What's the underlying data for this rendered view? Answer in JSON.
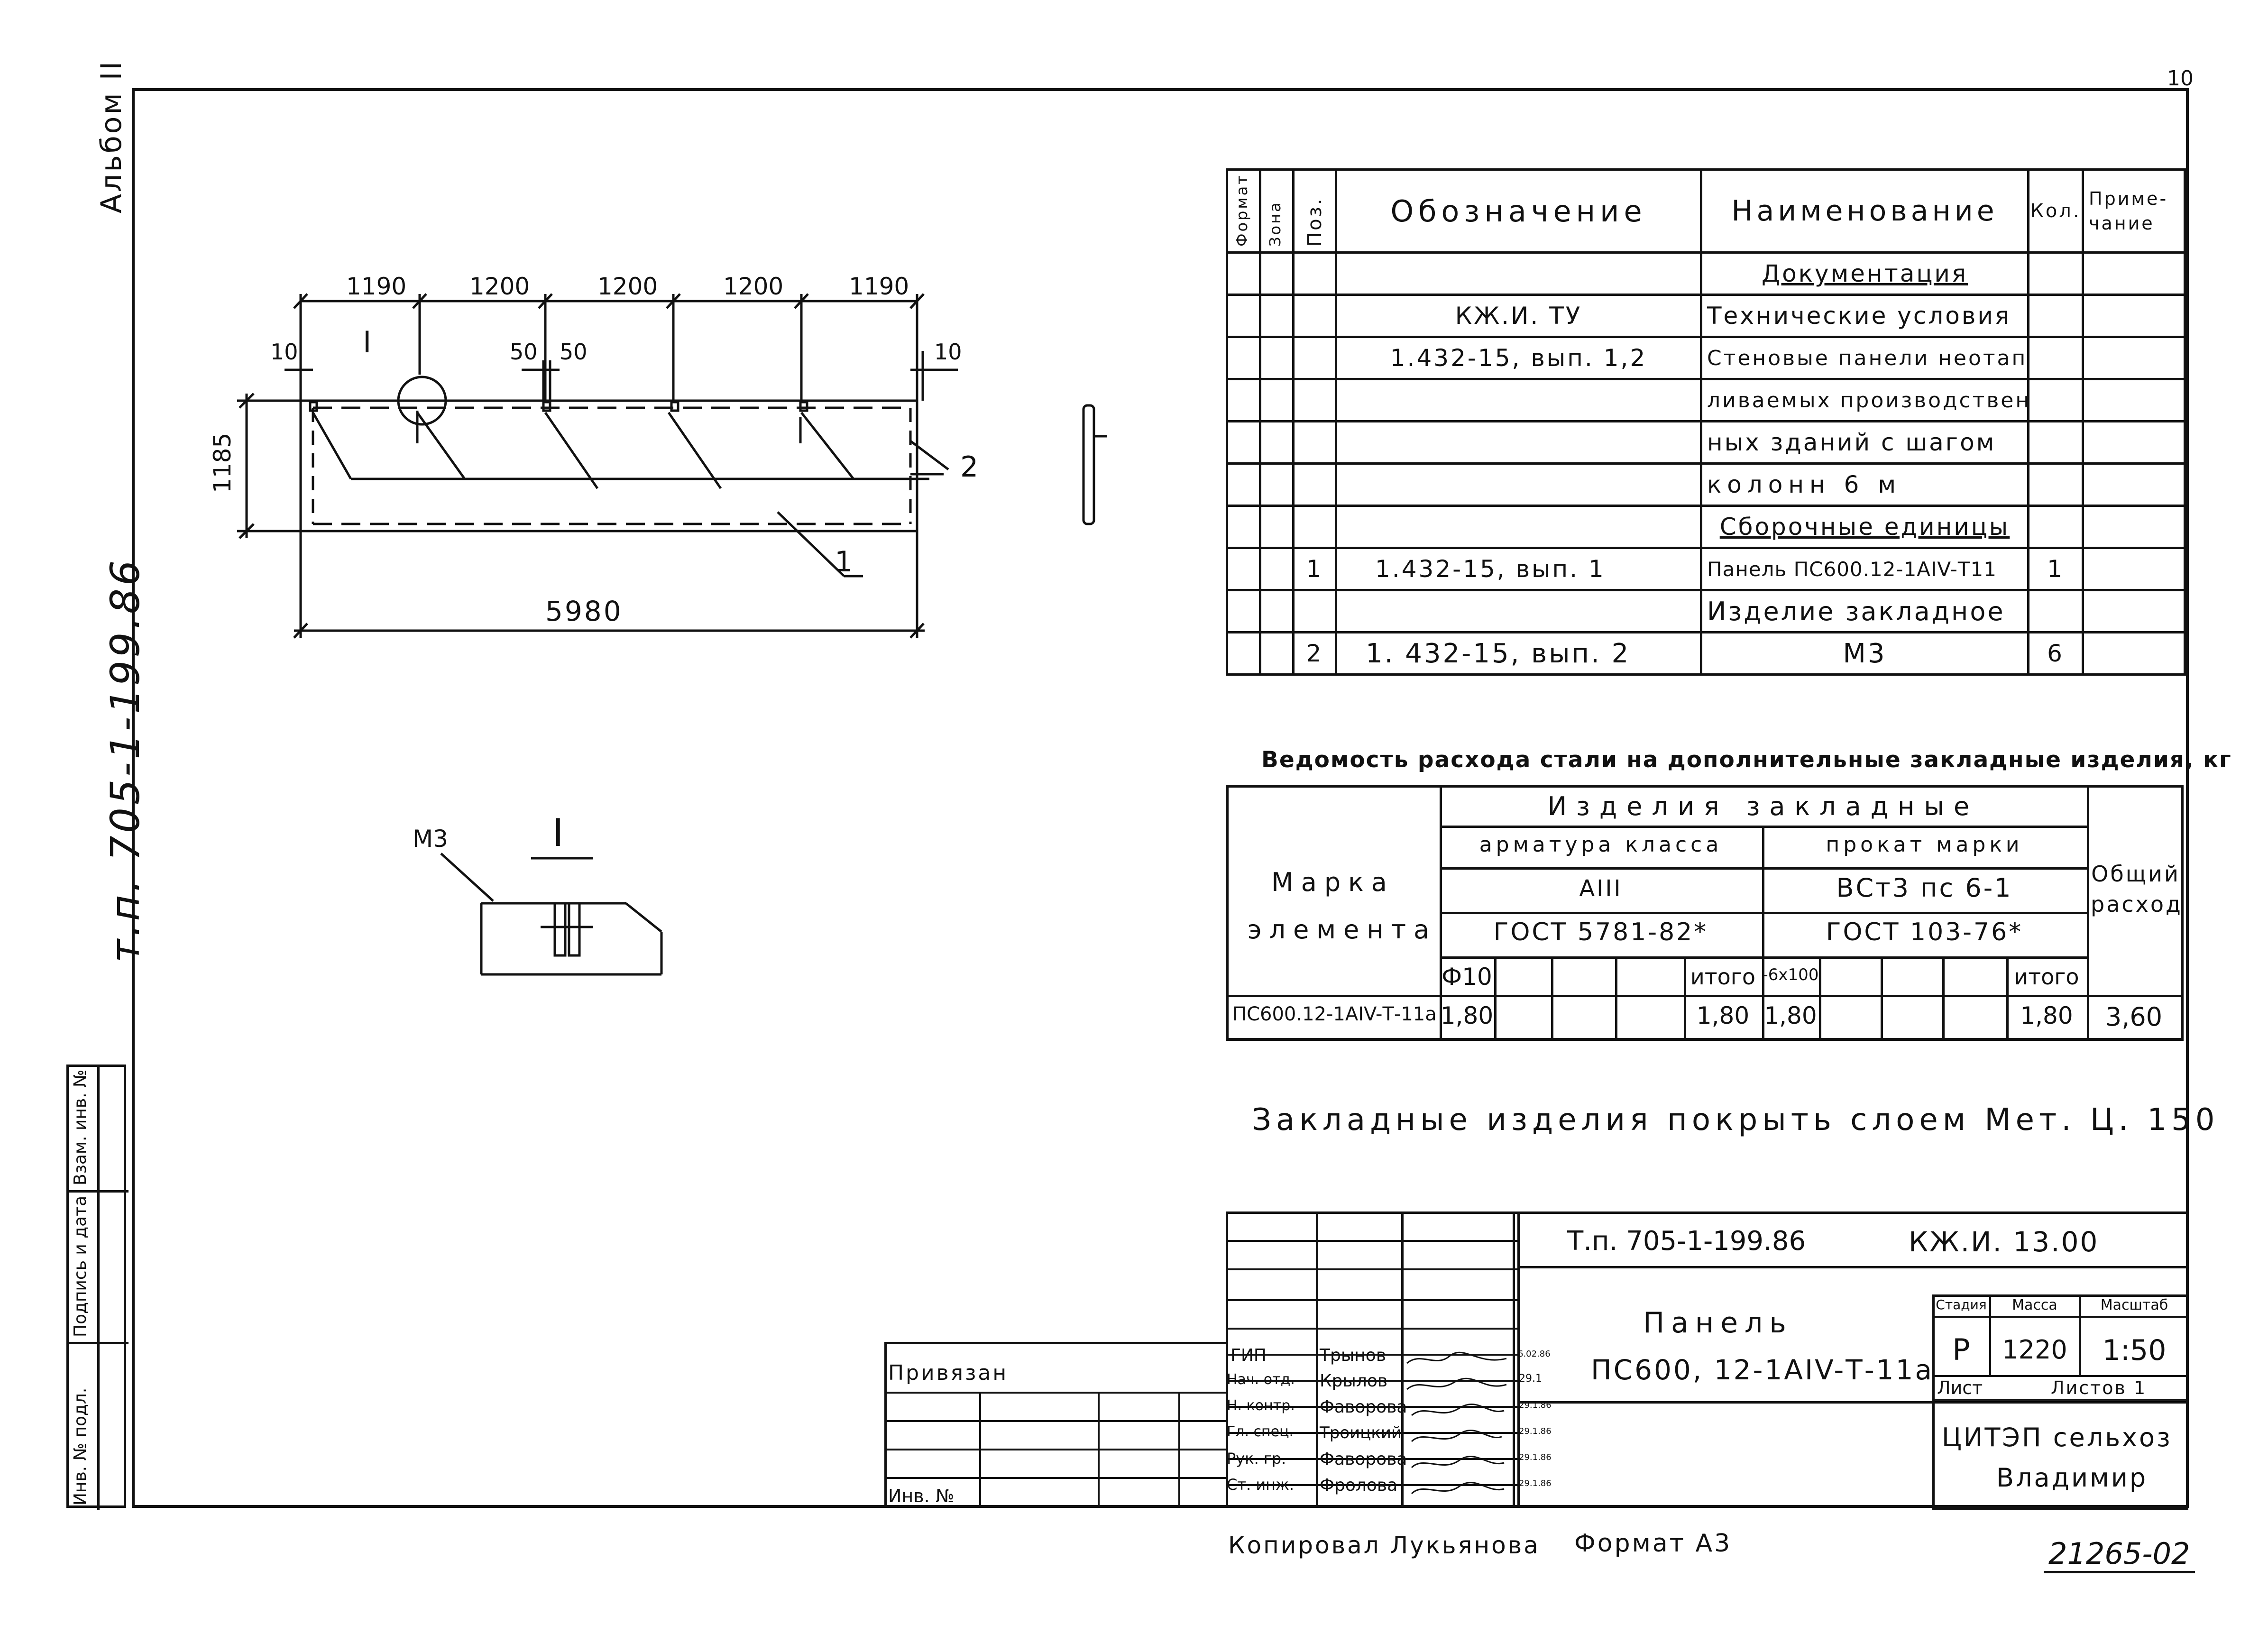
{
  "album": "Альбом II",
  "sheet_number": "10",
  "tp_number": "т.п. 705-1-199.86",
  "side_stamp": [
    "Инв. № подл.",
    "Подпись и дата",
    "Взам. инв. №"
  ],
  "drawing": {
    "top_dims": [
      "1190",
      "1200",
      "1200",
      "1200",
      "1190"
    ],
    "small_dims": [
      "10",
      "50",
      "50",
      "10"
    ],
    "height_dim": "1185",
    "length_dim": "5980",
    "callout": "I",
    "pos_labels": [
      "1",
      "2"
    ],
    "detail_title": "I",
    "detail_mark": "М3"
  },
  "spec_table": {
    "headers": {
      "format": "Формат",
      "zone": "Зона",
      "pos": "Поз.",
      "designation": "Обозначение",
      "name": "Наименование",
      "qty": "Кол.",
      "note": "Приме-чание"
    },
    "rows": [
      {
        "pos": "",
        "designation": "",
        "name": "Документация",
        "qty": "",
        "u": true
      },
      {
        "pos": "",
        "designation": "КЖ.И. ТУ",
        "name": "Технические условия",
        "qty": ""
      },
      {
        "pos": "",
        "designation": "1.432-15, вып. 1,2",
        "name": "Стеновые панели неотап-",
        "qty": ""
      },
      {
        "pos": "",
        "designation": "",
        "name": "ливаемых производствен-",
        "qty": ""
      },
      {
        "pos": "",
        "designation": "",
        "name": "ных зданий с шагом",
        "qty": ""
      },
      {
        "pos": "",
        "designation": "",
        "name": "колонн 6 м",
        "qty": ""
      },
      {
        "pos": "",
        "designation": "",
        "name": "Сборочные единицы",
        "qty": "",
        "u": true
      },
      {
        "pos": "1",
        "designation": "1.432-15, вып. 1",
        "name": "Панель ПС600.12-1АIV-Т11",
        "qty": "1"
      },
      {
        "pos": "",
        "designation": "",
        "name": "Изделие закладное",
        "qty": ""
      },
      {
        "pos": "2",
        "designation": "1. 432-15, вып. 2",
        "name": "М3",
        "qty": "6"
      }
    ]
  },
  "steel_table": {
    "title": "Ведомость расхода стали на дополнительные закладные изделия, кг",
    "col_mark": "Марка элемента",
    "group": "Изделия закладные",
    "sub1": "арматура класса",
    "sub1_class": "АIII",
    "sub1_gost": "ГОСТ 5781-82*",
    "sub2": "прокат марки",
    "sub2_class": "ВСт3 пс 6-1",
    "sub2_gost": "ГОСТ 103-76*",
    "total_col": "Общий расход",
    "c1": "Ф10",
    "c_itogo": "итого",
    "c2": "-6х100",
    "row": {
      "mark": "ПС600.12-1АIV-Т-11а",
      "v1": "1,80",
      "v1_total": "1,80",
      "v2": "1,80",
      "v2_total": "1,80",
      "total": "3,60"
    }
  },
  "note": "Закладные изделия покрыть слоем Мет. Ц. 150",
  "title_block": {
    "doc_code": "Т.п. 705-1-199.86",
    "sheet_code": "КЖ.И. 13.00",
    "name_line1": "Панель",
    "name_line2": "ПС600, 12-1АIV-Т-11а",
    "stage_h": "Стадия",
    "mass_h": "Масса",
    "scale_h": "Масштаб",
    "stage": "Р",
    "mass": "1220",
    "scale": "1:50",
    "sheet_h": "Лист",
    "sheets_h": "Листов 1",
    "org1": "ЦИТЭП сельхоз",
    "org2": "Владимир",
    "roles": [
      {
        "role": "ГИП",
        "name": "Трынов",
        "date": "6.02.86"
      },
      {
        "role": "Нач. отд.",
        "name": "Крылов",
        "date": "29.1"
      },
      {
        "role": "Н. контр.",
        "name": "Фаворова",
        "date": "29.1.86"
      },
      {
        "role": "Гл. спец.",
        "name": "Троицкий",
        "date": "29.1.86"
      },
      {
        "role": "Рук. гр.",
        "name": "Фаворова",
        "date": "29.1.86"
      },
      {
        "role": "Ст. инж.",
        "name": "Фролова",
        "date": "29.1.86"
      }
    ],
    "privyazan": "Привязан",
    "inv": "Инв. №"
  },
  "footer": {
    "copied": "Копировал Лукьянова",
    "format": "Формат А3",
    "stamp_no": "21265-02"
  }
}
